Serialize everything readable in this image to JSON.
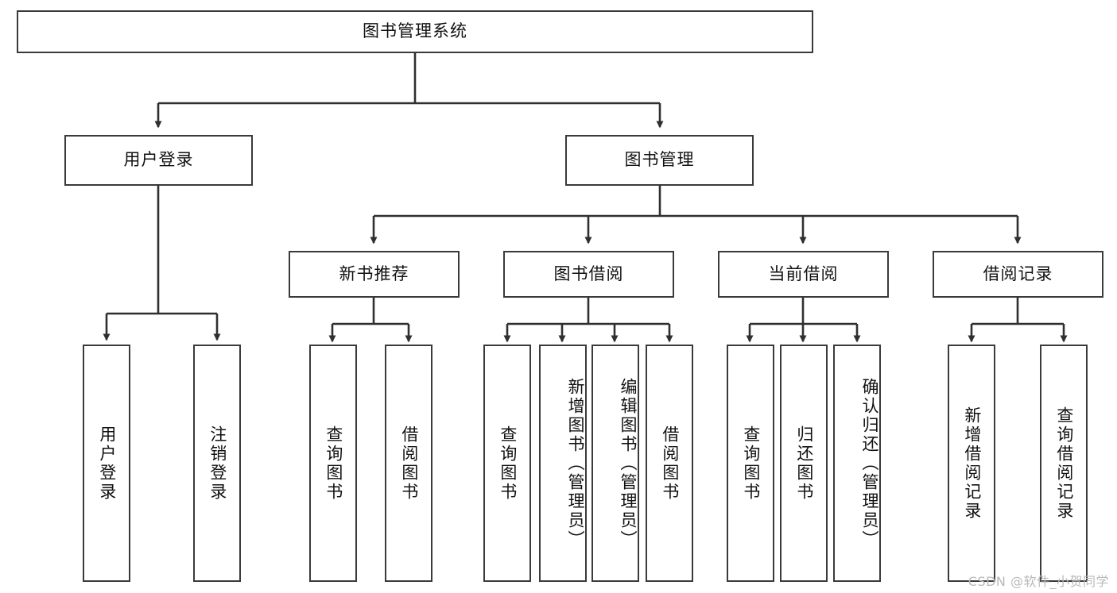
{
  "diagram": {
    "type": "tree",
    "title": "图书管理系统",
    "watermark": "CSDN @软件_小贺同学",
    "colors": {
      "box_border": "#3a3a3a",
      "box_fill": "#ffffff",
      "connector": "#2f2f2f",
      "text": "#111111",
      "watermark": "#b9b9b9"
    },
    "root": {
      "label": "图书管理系统"
    },
    "level2": [
      {
        "id": "user-login",
        "label": "用户登录"
      },
      {
        "id": "book-manage",
        "label": "图书管理"
      }
    ],
    "level3": [
      {
        "id": "new-book-recommend",
        "label": "新书推荐",
        "parent": "book-manage"
      },
      {
        "id": "book-borrow",
        "label": "图书借阅",
        "parent": "book-manage"
      },
      {
        "id": "current-borrow",
        "label": "当前借阅",
        "parent": "book-manage"
      },
      {
        "id": "borrow-record",
        "label": "借阅记录",
        "parent": "book-manage"
      }
    ],
    "leaves": [
      {
        "id": "leaf-user-login",
        "label": "用户登录",
        "parent": "user-login"
      },
      {
        "id": "leaf-user-logout",
        "label": "注销登录",
        "parent": "user-login"
      },
      {
        "id": "leaf-query-book-1",
        "label": "查询图书",
        "parent": "new-book-recommend"
      },
      {
        "id": "leaf-borrow-book-1",
        "label": "借阅图书",
        "parent": "new-book-recommend"
      },
      {
        "id": "leaf-query-book-2",
        "label": "查询图书",
        "parent": "book-borrow"
      },
      {
        "id": "leaf-add-book",
        "label": "新增图书（管理员）",
        "parent": "book-borrow"
      },
      {
        "id": "leaf-edit-book",
        "label": "编辑图书（管理员）",
        "parent": "book-borrow"
      },
      {
        "id": "leaf-borrow-book-2",
        "label": "借阅图书",
        "parent": "book-borrow"
      },
      {
        "id": "leaf-query-book-3",
        "label": "查询图书",
        "parent": "current-borrow"
      },
      {
        "id": "leaf-return-book",
        "label": "归还图书",
        "parent": "current-borrow"
      },
      {
        "id": "leaf-confirm-return",
        "label": "确认归还（管理员）",
        "parent": "current-borrow"
      },
      {
        "id": "leaf-add-record",
        "label": "新增借阅记录",
        "parent": "borrow-record"
      },
      {
        "id": "leaf-query-record",
        "label": "查询借阅记录",
        "parent": "borrow-record"
      }
    ]
  }
}
